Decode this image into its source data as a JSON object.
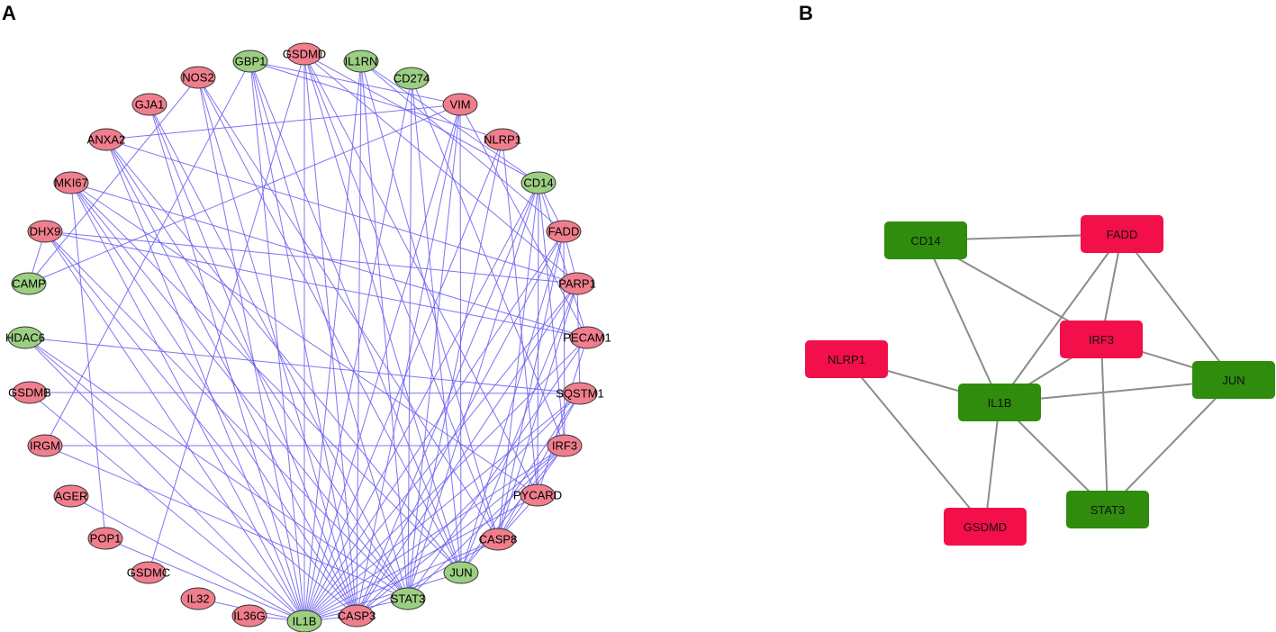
{
  "panel_a": {
    "label": "A",
    "colors": {
      "up": "#f07e8c",
      "down": "#9ccf82",
      "edge": "#6a5cf0"
    },
    "nodes": [
      {
        "id": "GBP1",
        "group": "down"
      },
      {
        "id": "GSDMD",
        "group": "up"
      },
      {
        "id": "IL1RN",
        "group": "down"
      },
      {
        "id": "CD274",
        "group": "down"
      },
      {
        "id": "VIM",
        "group": "up"
      },
      {
        "id": "NLRP1",
        "group": "up"
      },
      {
        "id": "CD14",
        "group": "down"
      },
      {
        "id": "FADD",
        "group": "up"
      },
      {
        "id": "PARP1",
        "group": "up"
      },
      {
        "id": "PECAM1",
        "group": "up"
      },
      {
        "id": "SQSTM1",
        "group": "up"
      },
      {
        "id": "IRF3",
        "group": "up"
      },
      {
        "id": "PYCARD",
        "group": "up"
      },
      {
        "id": "CASP8",
        "group": "up"
      },
      {
        "id": "JUN",
        "group": "down"
      },
      {
        "id": "STAT3",
        "group": "down"
      },
      {
        "id": "CASP3",
        "group": "up"
      },
      {
        "id": "IL1B",
        "group": "down"
      },
      {
        "id": "IL36G",
        "group": "up"
      },
      {
        "id": "IL32",
        "group": "up"
      },
      {
        "id": "GSDMC",
        "group": "up"
      },
      {
        "id": "POP1",
        "group": "up"
      },
      {
        "id": "AGER",
        "group": "up"
      },
      {
        "id": "IRGM",
        "group": "up"
      },
      {
        "id": "GSDMB",
        "group": "up"
      },
      {
        "id": "HDAC6",
        "group": "down"
      },
      {
        "id": "CAMP",
        "group": "down"
      },
      {
        "id": "DHX9",
        "group": "up"
      },
      {
        "id": "MKI67",
        "group": "up"
      },
      {
        "id": "ANXA2",
        "group": "up"
      },
      {
        "id": "GJA1",
        "group": "up"
      },
      {
        "id": "NOS2",
        "group": "up"
      }
    ],
    "edges": [
      [
        "IL1B",
        "GBP1"
      ],
      [
        "IL1B",
        "GSDMD"
      ],
      [
        "IL1B",
        "IL1RN"
      ],
      [
        "IL1B",
        "CD274"
      ],
      [
        "IL1B",
        "VIM"
      ],
      [
        "IL1B",
        "NLRP1"
      ],
      [
        "IL1B",
        "CD14"
      ],
      [
        "IL1B",
        "FADD"
      ],
      [
        "IL1B",
        "PARP1"
      ],
      [
        "IL1B",
        "PECAM1"
      ],
      [
        "IL1B",
        "SQSTM1"
      ],
      [
        "IL1B",
        "IRF3"
      ],
      [
        "IL1B",
        "PYCARD"
      ],
      [
        "IL1B",
        "CASP8"
      ],
      [
        "IL1B",
        "JUN"
      ],
      [
        "IL1B",
        "STAT3"
      ],
      [
        "IL1B",
        "CASP3"
      ],
      [
        "IL1B",
        "NOS2"
      ],
      [
        "IL1B",
        "GJA1"
      ],
      [
        "IL1B",
        "ANXA2"
      ],
      [
        "IL1B",
        "MKI67"
      ],
      [
        "IL1B",
        "DHX9"
      ],
      [
        "IL1B",
        "HDAC6"
      ],
      [
        "IL1B",
        "GSDMB"
      ],
      [
        "IL1B",
        "AGER"
      ],
      [
        "IL1B",
        "POP1"
      ],
      [
        "IL1B",
        "IL36G"
      ],
      [
        "IL1B",
        "IL32"
      ],
      [
        "CASP3",
        "GSDMD"
      ],
      [
        "CASP3",
        "NOS2"
      ],
      [
        "CASP3",
        "GJA1"
      ],
      [
        "CASP3",
        "ANXA2"
      ],
      [
        "CASP3",
        "MKI67"
      ],
      [
        "CASP3",
        "DHX9"
      ],
      [
        "CASP3",
        "HDAC6"
      ],
      [
        "CASP3",
        "PARP1"
      ],
      [
        "CASP3",
        "CASP8"
      ],
      [
        "CASP3",
        "FADD"
      ],
      [
        "CASP3",
        "VIM"
      ],
      [
        "CASP3",
        "IL1RN"
      ],
      [
        "CASP3",
        "SQSTM1"
      ],
      [
        "CASP3",
        "IRF3"
      ],
      [
        "CASP3",
        "GBP1"
      ],
      [
        "CASP3",
        "CD14"
      ],
      [
        "STAT3",
        "GBP1"
      ],
      [
        "STAT3",
        "IL1RN"
      ],
      [
        "STAT3",
        "CD274"
      ],
      [
        "STAT3",
        "VIM"
      ],
      [
        "STAT3",
        "NLRP1"
      ],
      [
        "STAT3",
        "GJA1"
      ],
      [
        "STAT3",
        "ANXA2"
      ],
      [
        "STAT3",
        "MKI67"
      ],
      [
        "STAT3",
        "DHX9"
      ],
      [
        "STAT3",
        "HDAC6"
      ],
      [
        "STAT3",
        "IRF3"
      ],
      [
        "STAT3",
        "PECAM1"
      ],
      [
        "STAT3",
        "CD14"
      ],
      [
        "STAT3",
        "IRGM"
      ],
      [
        "JUN",
        "NOS2"
      ],
      [
        "JUN",
        "GSDMD"
      ],
      [
        "JUN",
        "VIM"
      ],
      [
        "JUN",
        "FADD"
      ],
      [
        "JUN",
        "IRF3"
      ],
      [
        "JUN",
        "PARP1"
      ],
      [
        "JUN",
        "SQSTM1"
      ],
      [
        "JUN",
        "MKI67"
      ],
      [
        "JUN",
        "ANXA2"
      ],
      [
        "JUN",
        "GBP1"
      ],
      [
        "JUN",
        "CD274"
      ],
      [
        "CASP8",
        "FADD"
      ],
      [
        "CASP8",
        "PARP1"
      ],
      [
        "CASP8",
        "GSDMD"
      ],
      [
        "CASP8",
        "NOS2"
      ],
      [
        "CASP8",
        "PYCARD"
      ],
      [
        "CASP8",
        "IRF3"
      ],
      [
        "CASP8",
        "CD14"
      ],
      [
        "CASP8",
        "SQSTM1"
      ],
      [
        "CASP8",
        "IL1RN"
      ],
      [
        "PYCARD",
        "NLRP1"
      ],
      [
        "PYCARD",
        "GSDMD"
      ],
      [
        "PYCARD",
        "CD14"
      ],
      [
        "PYCARD",
        "MKI67"
      ],
      [
        "PYCARD",
        "PECAM1"
      ],
      [
        "IRF3",
        "CD14"
      ],
      [
        "IRF3",
        "FADD"
      ],
      [
        "IRF3",
        "CD274"
      ],
      [
        "IRF3",
        "IRGM"
      ],
      [
        "SQSTM1",
        "HDAC6"
      ],
      [
        "SQSTM1",
        "PARP1"
      ],
      [
        "SQSTM1",
        "GSDMB"
      ],
      [
        "PECAM1",
        "MKI67"
      ],
      [
        "PECAM1",
        "DHX9"
      ],
      [
        "PECAM1",
        "CD14"
      ],
      [
        "PECAM1",
        "VIM"
      ],
      [
        "PARP1",
        "ANXA2"
      ],
      [
        "PARP1",
        "DHX9"
      ],
      [
        "PARP1",
        "FADD"
      ],
      [
        "PARP1",
        "GSDMD"
      ],
      [
        "FADD",
        "CD14"
      ],
      [
        "FADD",
        "IL1RN"
      ],
      [
        "CD14",
        "IL1RN"
      ],
      [
        "CD14",
        "GSDMD"
      ],
      [
        "VIM",
        "ANXA2"
      ],
      [
        "VIM",
        "CAMP"
      ],
      [
        "VIM",
        "GBP1"
      ],
      [
        "NLRP1",
        "GBP1"
      ],
      [
        "GSDMD",
        "GSDMC"
      ],
      [
        "GBP1",
        "IRGM"
      ],
      [
        "NOS2",
        "CAMP"
      ],
      [
        "CAMP",
        "DHX9"
      ],
      [
        "POP1",
        "MKI67"
      ]
    ]
  },
  "panel_b": {
    "label": "B",
    "colors": {
      "up": "#f20f4a",
      "down": "#2f8c0c",
      "edge": "#8c8c8c"
    },
    "nodes": [
      {
        "id": "CD14",
        "group": "down"
      },
      {
        "id": "FADD",
        "group": "up"
      },
      {
        "id": "IRF3",
        "group": "up"
      },
      {
        "id": "NLRP1",
        "group": "up"
      },
      {
        "id": "IL1B",
        "group": "down"
      },
      {
        "id": "JUN",
        "group": "down"
      },
      {
        "id": "STAT3",
        "group": "down"
      },
      {
        "id": "GSDMD",
        "group": "up"
      }
    ],
    "edges": [
      [
        "CD14",
        "FADD"
      ],
      [
        "CD14",
        "IRF3"
      ],
      [
        "CD14",
        "IL1B"
      ],
      [
        "FADD",
        "IRF3"
      ],
      [
        "FADD",
        "IL1B"
      ],
      [
        "FADD",
        "JUN"
      ],
      [
        "IRF3",
        "IL1B"
      ],
      [
        "IRF3",
        "JUN"
      ],
      [
        "IRF3",
        "STAT3"
      ],
      [
        "NLRP1",
        "IL1B"
      ],
      [
        "NLRP1",
        "GSDMD"
      ],
      [
        "IL1B",
        "JUN"
      ],
      [
        "IL1B",
        "STAT3"
      ],
      [
        "IL1B",
        "GSDMD"
      ],
      [
        "JUN",
        "STAT3"
      ]
    ]
  }
}
